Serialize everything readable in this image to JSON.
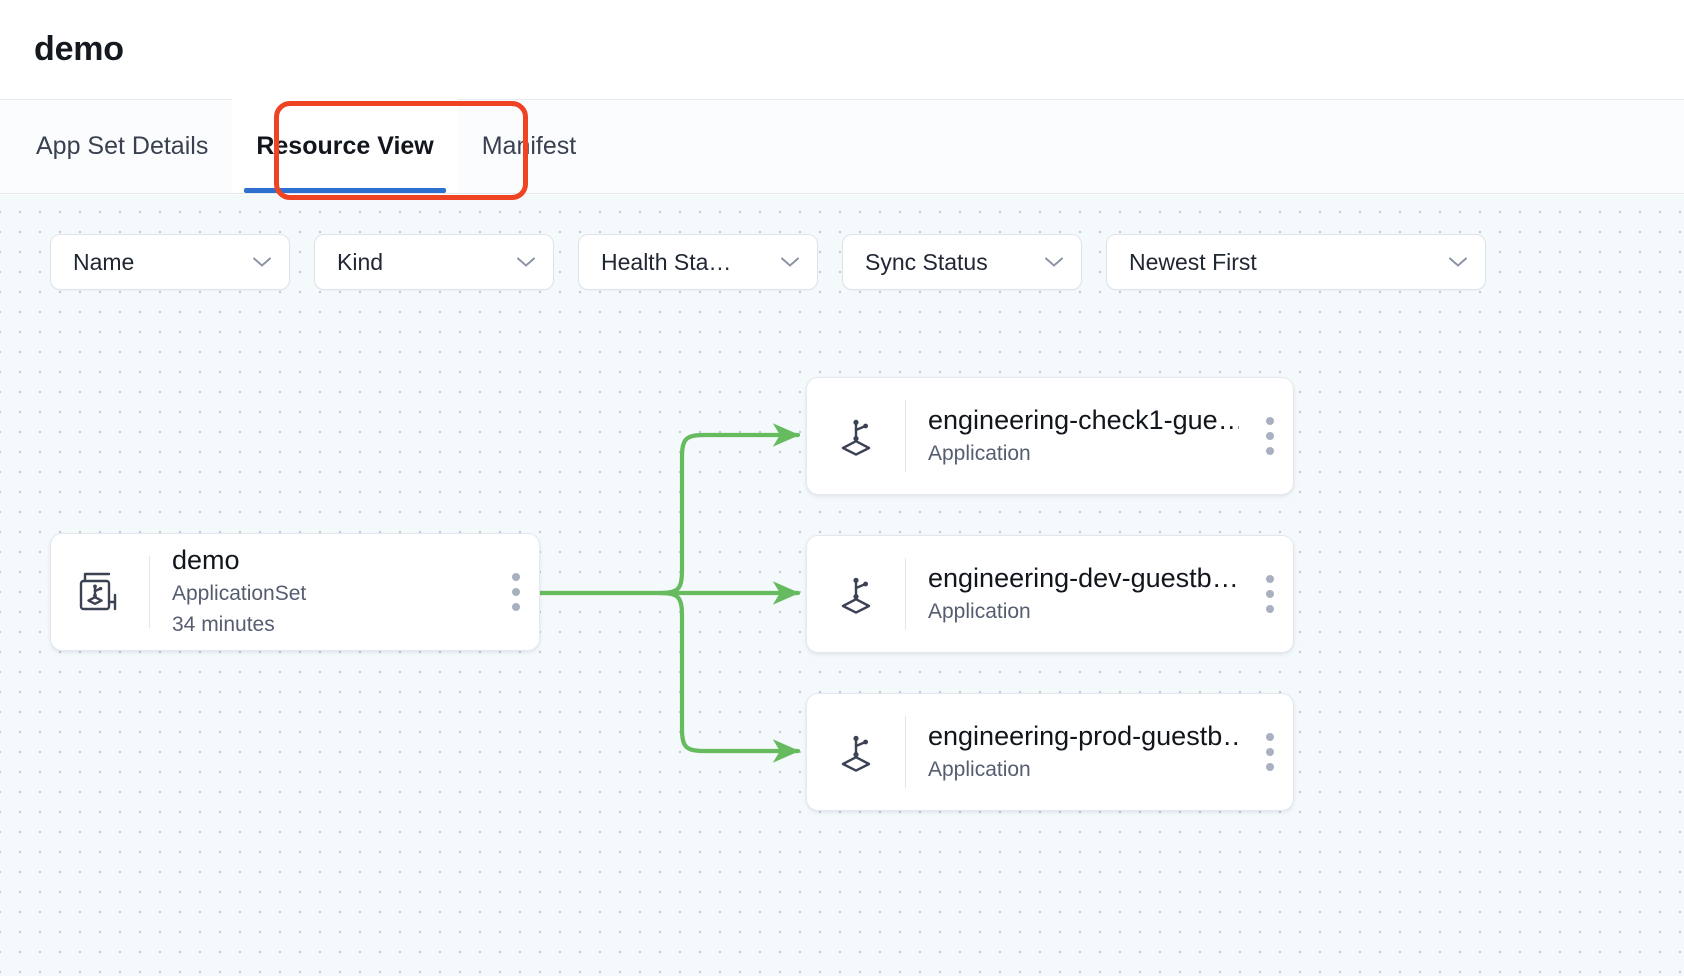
{
  "header": {
    "title": "demo"
  },
  "tabs": [
    {
      "label": "App Set Details",
      "active": false
    },
    {
      "label": "Resource View",
      "active": true
    },
    {
      "label": "Manifest",
      "active": false
    }
  ],
  "annotation": {
    "target": "Resource View",
    "color": "#ef4423"
  },
  "filters": [
    {
      "name": "name",
      "label": "Name",
      "icon": "chevron-down-icon"
    },
    {
      "name": "kind",
      "label": "Kind",
      "icon": "chevron-down-icon"
    },
    {
      "name": "health-status",
      "label": "Health Sta…",
      "icon": "chevron-down-icon"
    },
    {
      "name": "sync-status",
      "label": "Sync Status",
      "icon": "chevron-down-icon"
    },
    {
      "name": "sort-order",
      "label": "Newest First",
      "icon": "chevron-down-icon"
    }
  ],
  "graph": {
    "edge_color": "#67bb5f",
    "root": {
      "name": "demo",
      "kind": "ApplicationSet",
      "age": "34 minutes",
      "icon": "application-set-icon",
      "menu_icon": "kebab-menu-icon"
    },
    "children": [
      {
        "name": "engineering-check1-gue…",
        "kind": "Application",
        "icon": "application-icon",
        "menu_icon": "kebab-menu-icon"
      },
      {
        "name": "engineering-dev-guestb…",
        "kind": "Application",
        "icon": "application-icon",
        "menu_icon": "kebab-menu-icon"
      },
      {
        "name": "engineering-prod-guestb…",
        "kind": "Application",
        "icon": "application-icon",
        "menu_icon": "kebab-menu-icon"
      }
    ]
  },
  "theme": {
    "canvas_bg": "#f4f9fc",
    "accent": "#2f6fd0",
    "edge_green": "#67bb5f",
    "annotation_red": "#ef4423"
  }
}
